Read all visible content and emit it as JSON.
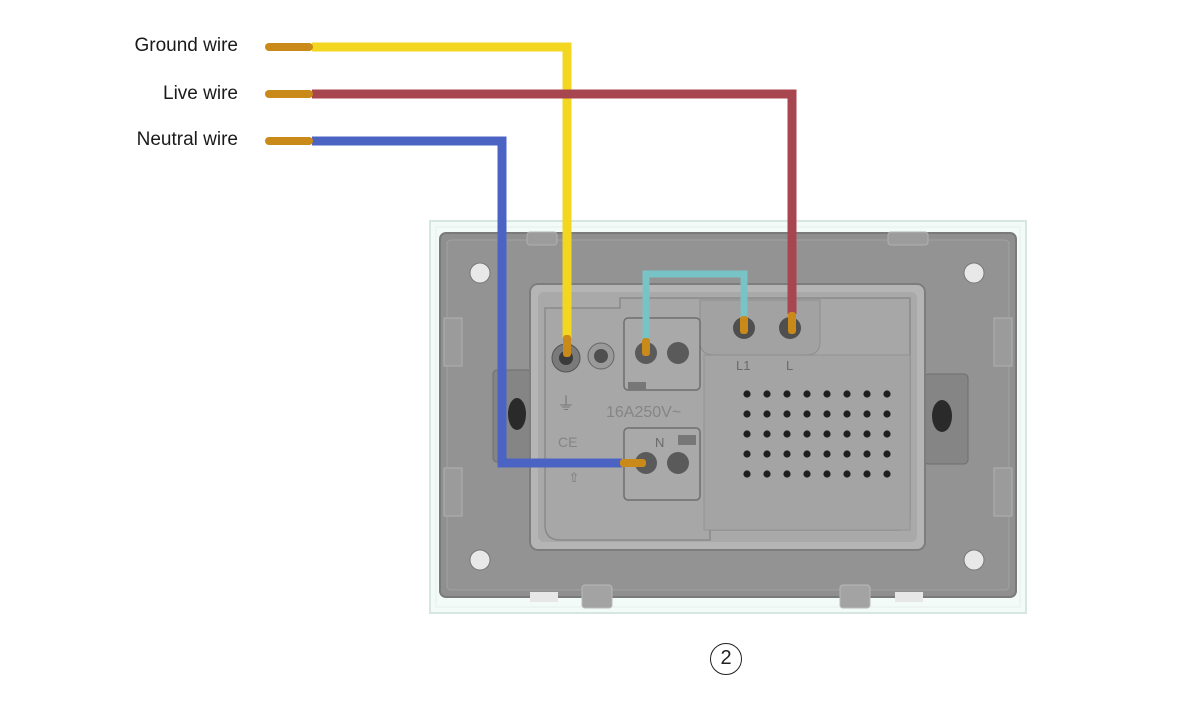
{
  "labels": {
    "ground": "Ground wire",
    "live": "Live wire",
    "neutral": "Neutral wire"
  },
  "markings": {
    "rating": "16A250V~",
    "ce": "CE",
    "terminal_l1": "L1",
    "terminal_l": "L",
    "terminal_n": "N"
  },
  "step_number": "2",
  "colors": {
    "ground": "#f2d620",
    "live": "#a8464f",
    "neutral": "#4b64c4",
    "jumper": "#78c3c6",
    "copper": "#c98a1a",
    "plate": "#8f8f8f",
    "module": "#a7a7a7"
  }
}
